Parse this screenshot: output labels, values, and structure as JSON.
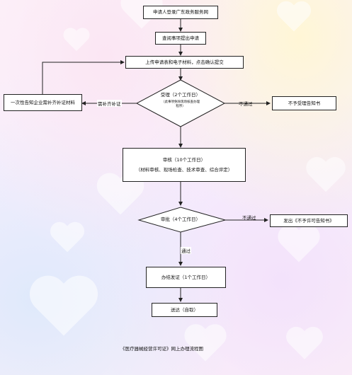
{
  "nodes": {
    "login": "申请人登录广东政务服务网",
    "submit": "查阅事项提出申请",
    "upload": "上传申请表和电子材料，点击确认提交",
    "supplement": "一次性告知企业需补齐补证材料",
    "accept_title": "受理（2个工作日）",
    "accept_note": "（此事项免除现场核查办理程序）",
    "not_accept_notice": "不予受理告知书",
    "review_title": "审核（10个工作日）",
    "review_detail": "（材料审核、现场检查、技术审查、综合评定）",
    "approve": "审批（4个工作日）",
    "not_permit": "发出《不予许可告知书》",
    "issue": "办结发证（1个工作日）",
    "deliver": "送达（自取）"
  },
  "edges": {
    "need_supplement": "需补齐补证",
    "not_passed_1": "不通过",
    "not_passed_2": "不通过",
    "passed": "通过"
  },
  "caption": "《医疗器械经营许可证》网上办理流程图"
}
